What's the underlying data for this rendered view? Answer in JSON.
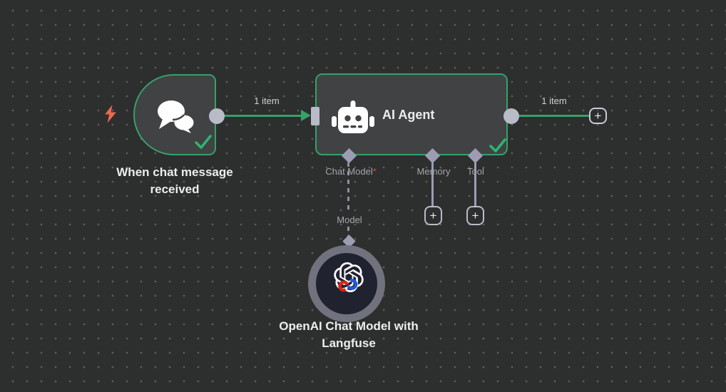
{
  "ui": {
    "plus": "+"
  },
  "colors": {
    "background": "#2d2e2e",
    "grid_dot": "#5a5b5f",
    "node_fill": "#414244",
    "node_border_green": "#36a169",
    "wire_green": "#36a169",
    "checkmark_green": "#2eb471",
    "connector_gray": "#b9bbc8",
    "diamond_gray": "#9b9db2",
    "trigger_bolt_coral": "#e9694f",
    "required_asterisk_red": "#e3493b",
    "openai_node_fill": "#20222f",
    "openai_node_ring": "#71727d",
    "langfuse_red": "#d7261d",
    "langfuse_blue": "#1e5bd6"
  },
  "nodes": {
    "trigger": {
      "title": "When chat message received",
      "icon": "chat-bubbles-icon",
      "status": "success"
    },
    "agent": {
      "title": "AI Agent",
      "icon": "robot-icon",
      "status": "success",
      "ports": [
        {
          "label": "Chat Model",
          "required_mark": "*"
        },
        {
          "label": "Memory",
          "required_mark": ""
        },
        {
          "label": "Tool",
          "required_mark": ""
        }
      ]
    },
    "model": {
      "title": "OpenAI Chat Model with Langfuse",
      "icon": "openai-logo-icon",
      "port_label": "Model"
    }
  },
  "edges": {
    "trigger_to_agent": {
      "label": "1 item"
    },
    "agent_out": {
      "label": "1 item"
    }
  }
}
